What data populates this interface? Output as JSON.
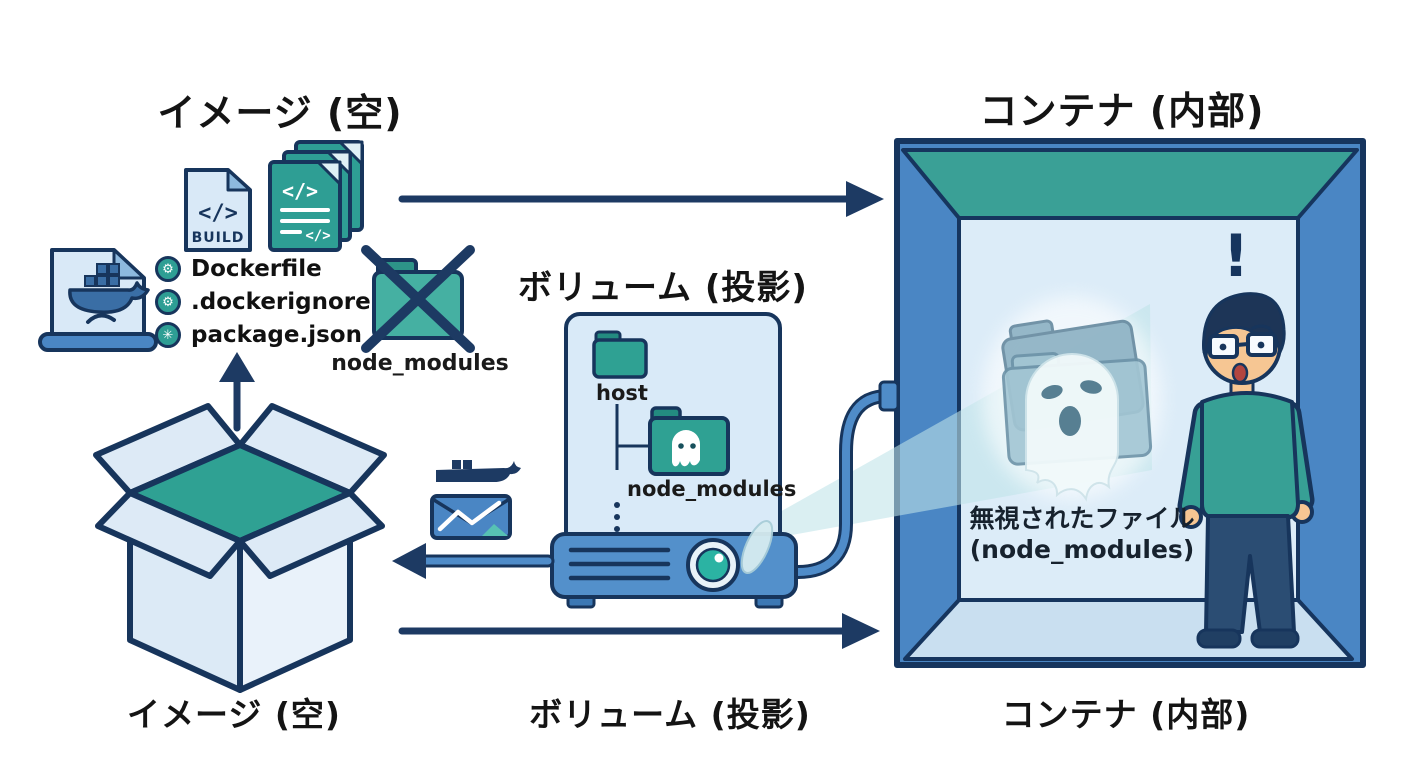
{
  "diagram_title_meaning": "Docker image / volume projection / container diagram",
  "colors": {
    "outline_navy": "#17355c",
    "arrow_navy": "#1d3a63",
    "teal_accent": "#2fa193",
    "frame_blue": "#4a86c4",
    "projector_blue": "#5390cb",
    "panel_blue": "#d9eaf8",
    "beam_teal": "#bfe3e8"
  },
  "image_section": {
    "title": "イメージ (空)",
    "caption": "イメージ (空)",
    "build_label": "BUILD",
    "code_glyph": "</>",
    "files": [
      {
        "icon": "gear-badge-icon",
        "glyph": "⚙",
        "name": "Dockerfile"
      },
      {
        "icon": "gear-badge-icon",
        "glyph": "⚙",
        "name": ".dockerignore"
      },
      {
        "icon": "package-badge-icon",
        "glyph": "✳",
        "name": "package.json"
      }
    ],
    "excluded_folder": "node_modules"
  },
  "volume_section": {
    "title": "ボリューム (投影)",
    "caption": "ボリューム (投影)",
    "host_folder": "host",
    "projected_folder": "node_modules"
  },
  "container_section": {
    "title": "コンテナ (内部)",
    "caption": "コンテナ (内部)",
    "alert": "!",
    "ghost_label_line1": "無視されたファイル",
    "ghost_label_line2": "(node_modules)"
  }
}
